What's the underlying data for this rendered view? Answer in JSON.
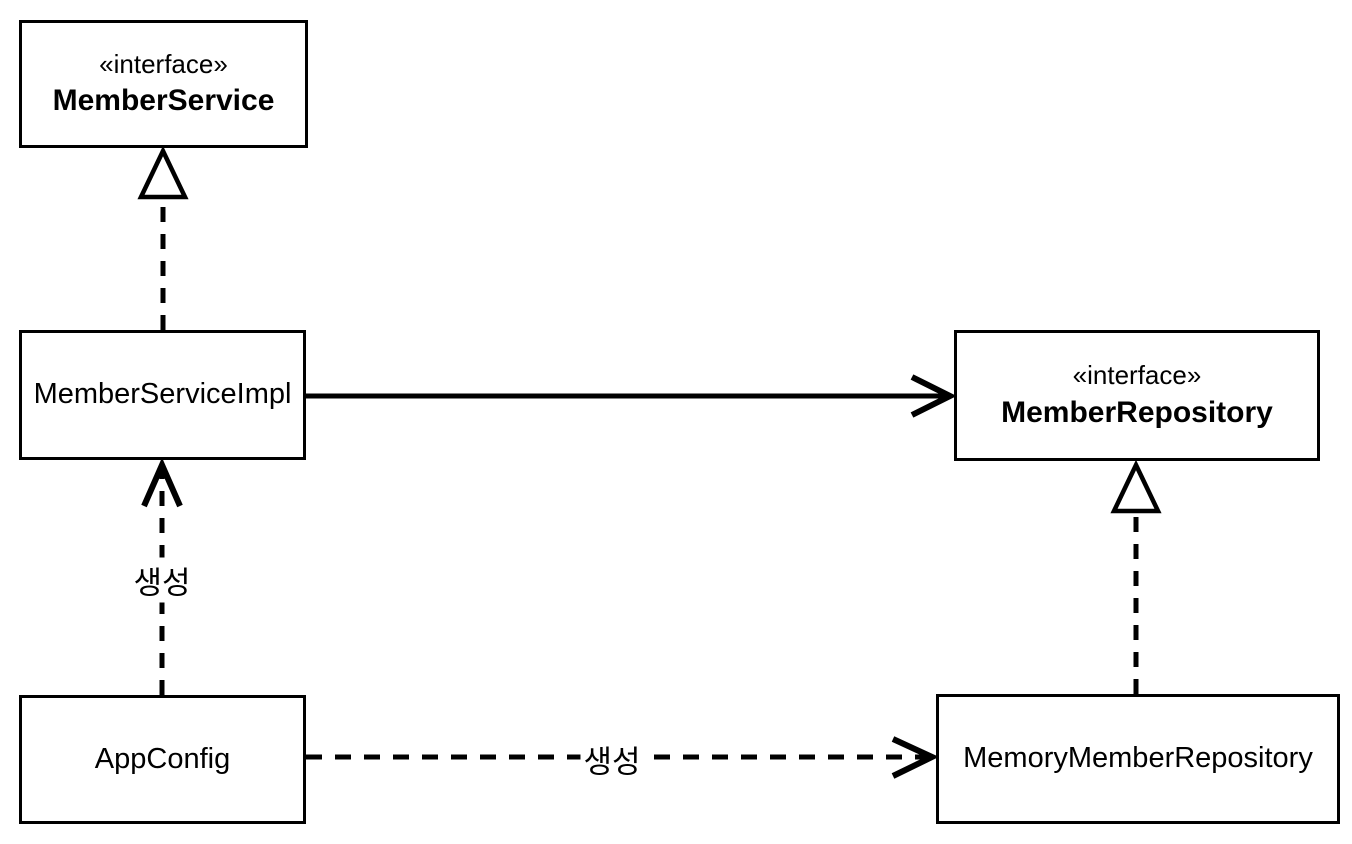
{
  "diagram": {
    "type": "uml-class-diagram",
    "colors": {
      "line": "#000000",
      "text": "#000000",
      "background": "#ffffff",
      "box_fill": "#ffffff"
    },
    "nodes": [
      {
        "id": "member-service",
        "stereotype": "«interface»",
        "name": "MemberService"
      },
      {
        "id": "member-service-impl",
        "stereotype": "",
        "name": "MemberServiceImpl"
      },
      {
        "id": "member-repository",
        "stereotype": "«interface»",
        "name": "MemberRepository"
      },
      {
        "id": "app-config",
        "stereotype": "",
        "name": "AppConfig"
      },
      {
        "id": "memory-member-repository",
        "stereotype": "",
        "name": "MemoryMemberRepository"
      }
    ],
    "edges": [
      {
        "from": "MemberServiceImpl",
        "to": "MemberService",
        "relation": "realization",
        "line": "dashed",
        "arrowhead": "hollow-triangle",
        "label": ""
      },
      {
        "from": "MemberServiceImpl",
        "to": "MemberRepository",
        "relation": "association",
        "line": "solid",
        "arrowhead": "open",
        "label": ""
      },
      {
        "from": "AppConfig",
        "to": "MemberServiceImpl",
        "relation": "dependency",
        "line": "dashed",
        "arrowhead": "open",
        "label": "생성"
      },
      {
        "from": "AppConfig",
        "to": "MemoryMemberRepository",
        "relation": "dependency",
        "line": "dashed",
        "arrowhead": "open",
        "label": "생성"
      },
      {
        "from": "MemoryMemberRepository",
        "to": "MemberRepository",
        "relation": "realization",
        "line": "dashed",
        "arrowhead": "hollow-triangle",
        "label": ""
      }
    ]
  }
}
